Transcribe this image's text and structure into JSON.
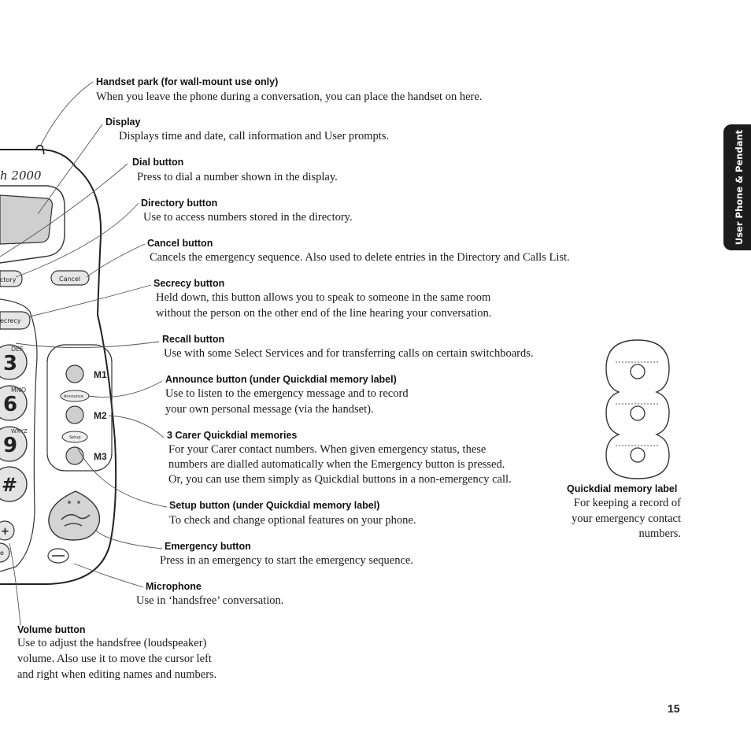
{
  "side_tab": "User Phone & Pendant",
  "page_number": "15",
  "phone": {
    "brand_text": "h 2000",
    "directory_btn": "ctory",
    "cancel_btn": "Cancel",
    "secrecy_btn": "ecrecy",
    "announce_btn": "Announce",
    "setup_btn": "Setup",
    "m1": "M1",
    "m2": "M2",
    "m3": "M3",
    "key3": "3",
    "key3_letters": "DEF",
    "key6": "6",
    "key6_letters": "MNO",
    "key9": "9",
    "key9_letters": "WXYZ",
    "hash": "#",
    "plus": "+",
    "minus": "−",
    "e_partial": "e"
  },
  "callouts": [
    {
      "label": "Handset park (for wall-mount use only)",
      "lines": [
        "When you leave the phone during a conversation, you can place the handset on here."
      ]
    },
    {
      "label": "Display",
      "lines": [
        "Displays time and date, call information and User prompts."
      ]
    },
    {
      "label": "Dial button",
      "lines": [
        "Press to dial a number shown in the display."
      ]
    },
    {
      "label": "Directory button",
      "lines": [
        "Use to access numbers stored in the directory."
      ]
    },
    {
      "label": "Cancel button",
      "lines": [
        "Cancels the emergency sequence. Also used to delete entries in the Directory and Calls List."
      ]
    },
    {
      "label": "Secrecy button",
      "lines": [
        "Held down, this button allows you to speak to someone in the same room",
        " without the person on the other end of the line hearing your conversation."
      ]
    },
    {
      "label": "Recall button",
      "lines": [
        "Use with some Select Services and for transferring calls on certain switchboards."
      ]
    },
    {
      "label": "Announce button (under Quickdial memory label)",
      "lines": [
        "Use to listen to the emergency message and to record",
        "your own personal message (via the handset)."
      ]
    },
    {
      "label": "3 Carer Quickdial memories",
      "lines": [
        "For your Carer contact numbers. When given emergency status, these",
        "numbers are dialled automatically when the Emergency button is pressed.",
        "Or, you can use them simply as Quickdial buttons in a non-emergency call."
      ]
    },
    {
      "label": "Setup button (under Quickdial memory label)",
      "lines": [
        "To check and change optional features on your phone."
      ]
    },
    {
      "label": "Emergency button",
      "lines": [
        "Press in an emergency to start the emergency sequence."
      ]
    },
    {
      "label": "Microphone",
      "lines": [
        "Use in ‘handsfree’ conversation."
      ]
    },
    {
      "label": "Volume button",
      "lines": [
        "Use to adjust the handsfree (loudspeaker)",
        "volume.  Also use it to move the cursor left",
        "and right when editing names and numbers."
      ]
    }
  ],
  "quickdial": {
    "label": "Quickdial memory label",
    "lines": [
      "For keeping a record of",
      "your emergency contact",
      "numbers."
    ]
  }
}
